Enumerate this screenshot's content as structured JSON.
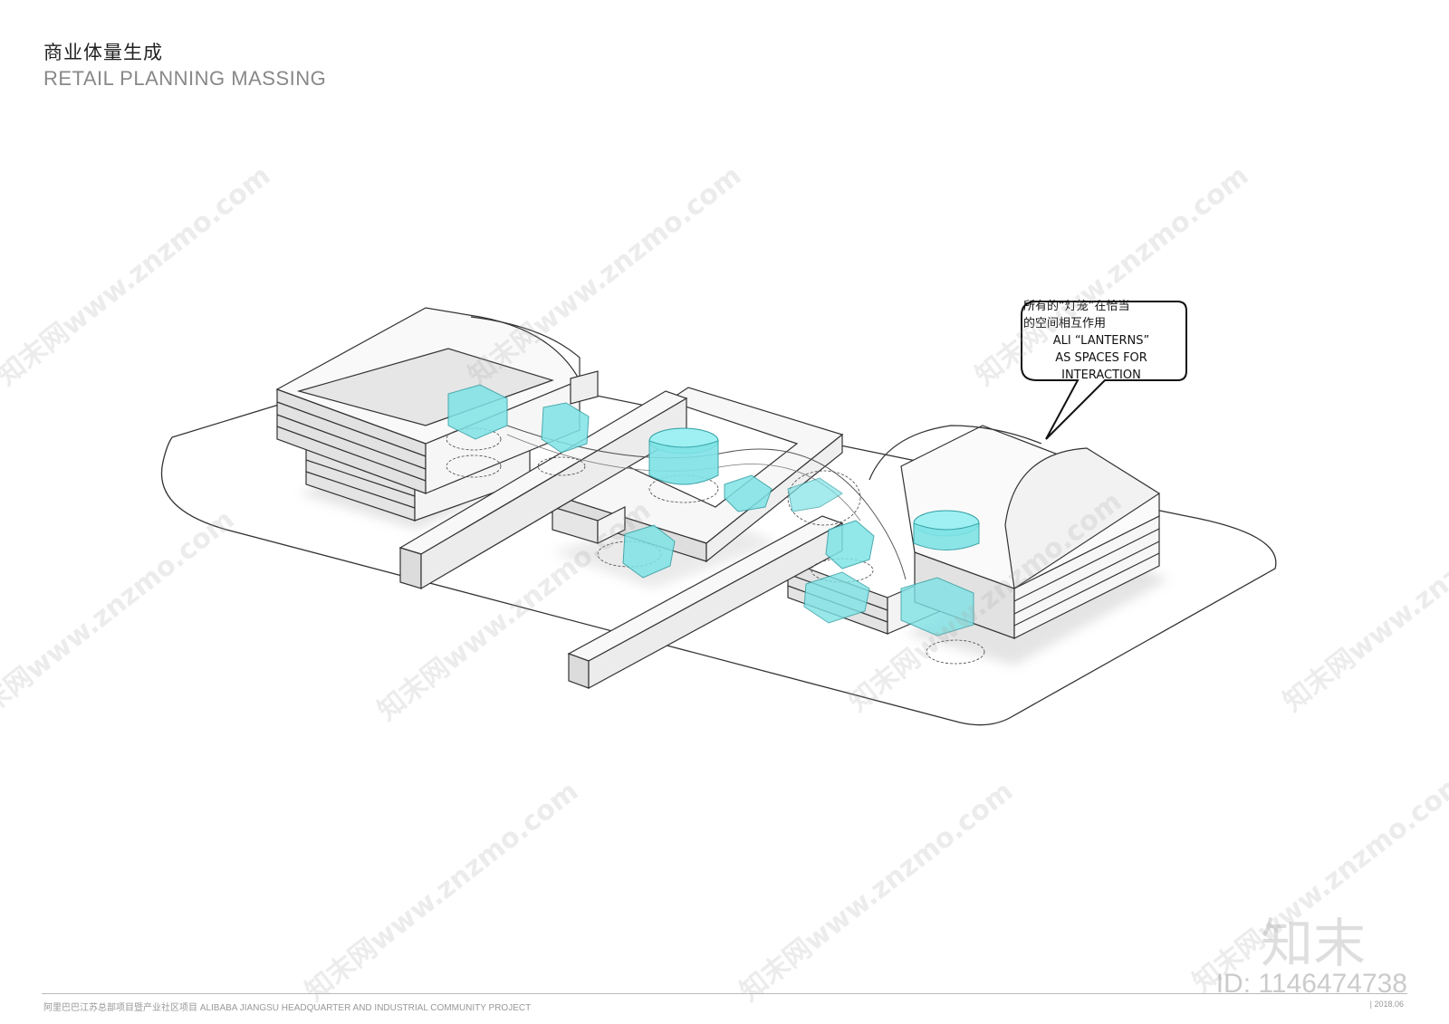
{
  "header": {
    "title_cn": "商业体量生成",
    "title_en": "RETAIL PLANNING MASSING"
  },
  "callout": {
    "line_cn_1": "所有的“灯笼”在恰当",
    "line_cn_2": "的空间相互作用",
    "line_en_1": "ALI “LANTERNS”",
    "line_en_2": "AS SPACES FOR",
    "line_en_3": "INTERACTION"
  },
  "watermark": {
    "text": "知末网www.znzmo.com",
    "logo": "知末",
    "id": "ID: 1146474738"
  },
  "footer": {
    "project": "阿里巴巴江苏总部项目暨产业社区项目    ALIBABA JIANGSU HEADQUARTER AND INDUSTRIAL COMMUNITY PROJECT",
    "date": "| 2018.06"
  },
  "colors": {
    "lantern": "#7fe3e6",
    "lantern_stroke": "#3aa9ad",
    "building": "#f2f2f2",
    "shade": "#d9d9d9",
    "line": "#333333"
  }
}
